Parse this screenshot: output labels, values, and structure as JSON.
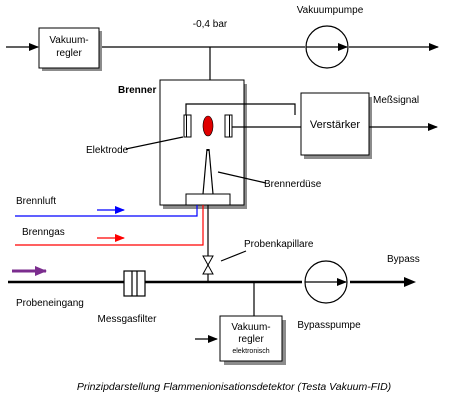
{
  "labels": {
    "vakuumregler_top_line1": "Vakuum-",
    "vakuumregler_top_line2": "regler",
    "pressure": "-0,4 bar",
    "vakuumpumpe": "Vakuumpumpe",
    "brenner": "Brenner",
    "messsignal": "Meßsignal",
    "verstaerker": "Verstärker",
    "elektrode": "Elektrode",
    "brennerduese": "Brennerdüse",
    "brennluft": "Brennluft",
    "brenngas": "Brenngas",
    "probenkapillare": "Probenkapillare",
    "bypass": "Bypass",
    "probeneingang": "Probeneingang",
    "messgasfilter": "Messgasfilter",
    "bypasspumpe": "Bypasspumpe",
    "vakuumregler_bottom_line1": "Vakuum-",
    "vakuumregler_bottom_line2": "regler",
    "vakuumregler_bottom_line3": "elektronisch",
    "caption": "Prinzipdarstellung Flammenionisationsdetektor (Testa Vakuum-FID)"
  },
  "colors": {
    "brennluft": "#0000ff",
    "brenngas": "#ff0000",
    "probeneingang": "#7b2d8e",
    "flame": "#e00000",
    "shadow": "#8c8c8c"
  }
}
